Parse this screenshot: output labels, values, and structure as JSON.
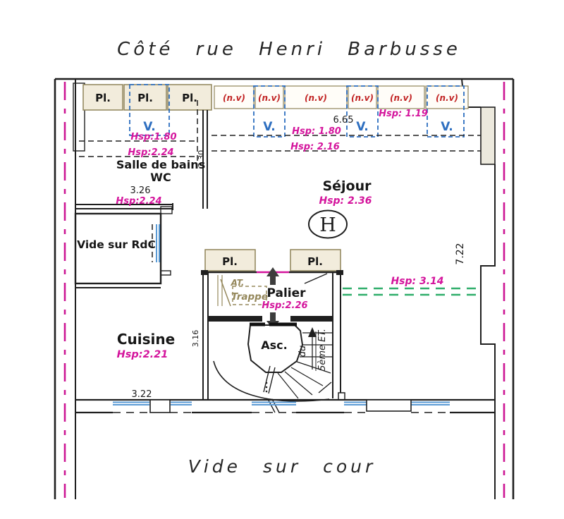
{
  "titles": {
    "street": "Côté  rue  Henri  Barbusse",
    "courtyard": "Vide sur cour"
  },
  "rooms": {
    "bathroom_line1": "Salle de bains",
    "bathroom_line2": "WC",
    "living": "Séjour",
    "void_ground_floor": "Vide sur RdC",
    "kitchen": "Cuisine",
    "landing": "Palier",
    "elevator": "Asc."
  },
  "ceiling_heights": {
    "h180_left": "Hsp:1.80",
    "h224_left": "Hsp:2.24",
    "h180_right": "Hsp: 1.80",
    "h216_right": "Hsp: 2.16",
    "h119": "Hsp: 1.19",
    "h224_bath": "Hsp:2.24",
    "h236_living": "Hsp: 2.36",
    "h226_landing": "Hsp:2.26",
    "h221_kitchen": "Hsp:2.21",
    "h314_beam": "Hsp: 3.14"
  },
  "dimensions": {
    "top_width": "6.65",
    "bath_width": "3.26",
    "bath_depth": "2.30",
    "right_height": "7.22",
    "kitchen_width": "3.22",
    "kitchen_depth": "3.16"
  },
  "labels": {
    "closet": "Pl.",
    "not_visible": "(n.v)",
    "vasistas": "V.",
    "hatch": "Trappe",
    "attic": "AT.",
    "stair_from": "du",
    "stair_floor": "5ème ET.",
    "h_mark": "H"
  },
  "colors": {
    "line": "#1f1f1f",
    "magenta": "#d4149c",
    "property_line_magenta": "#cc1694",
    "red": "#c22525",
    "blue": "#2e6fc0",
    "window_blue": "#5b9bd5",
    "green": "#2fae6a",
    "tan": "#95885c"
  }
}
